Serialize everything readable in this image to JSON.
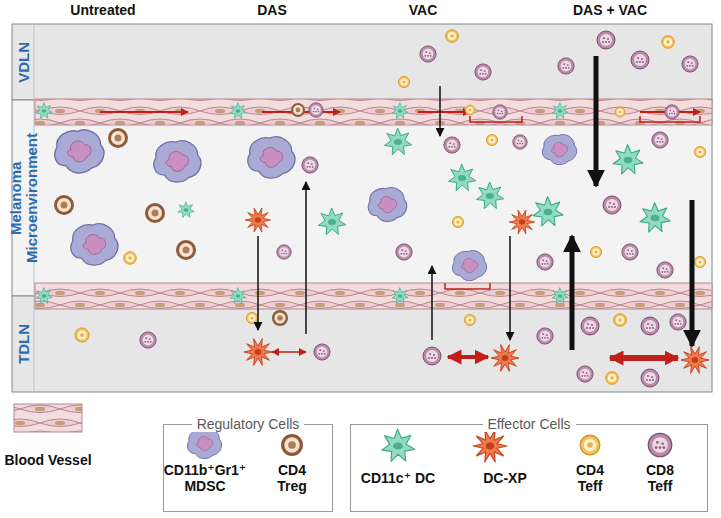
{
  "diagram": {
    "nodes": [
      {
        "text": [
          "VDLN"
        ]
      },
      {
        "text": [
          "Melanoma Microenvironment"
        ]
      },
      {
        "text": [
          "TDLN"
        ]
      },
      {
        "text": [
          "Regulatory Cells"
        ]
      },
      {
        "text": [
          "Effector Cells"
        ]
      }
    ],
    "labels": [
      "Untreated",
      "DAS",
      "VAC",
      "DAS + VAC"
    ],
    "legend": [
      {
        "text": "Blood Vessel"
      },
      {
        "text": "CD11b⁺Gr1⁺ MDSC"
      },
      {
        "text": "CD4 Treg"
      },
      {
        "text": "CD11c⁺ DC"
      },
      {
        "text": "DC-XP"
      },
      {
        "text": "CD4 Teff"
      },
      {
        "text": "CD8 Teff"
      }
    ]
  }
}
